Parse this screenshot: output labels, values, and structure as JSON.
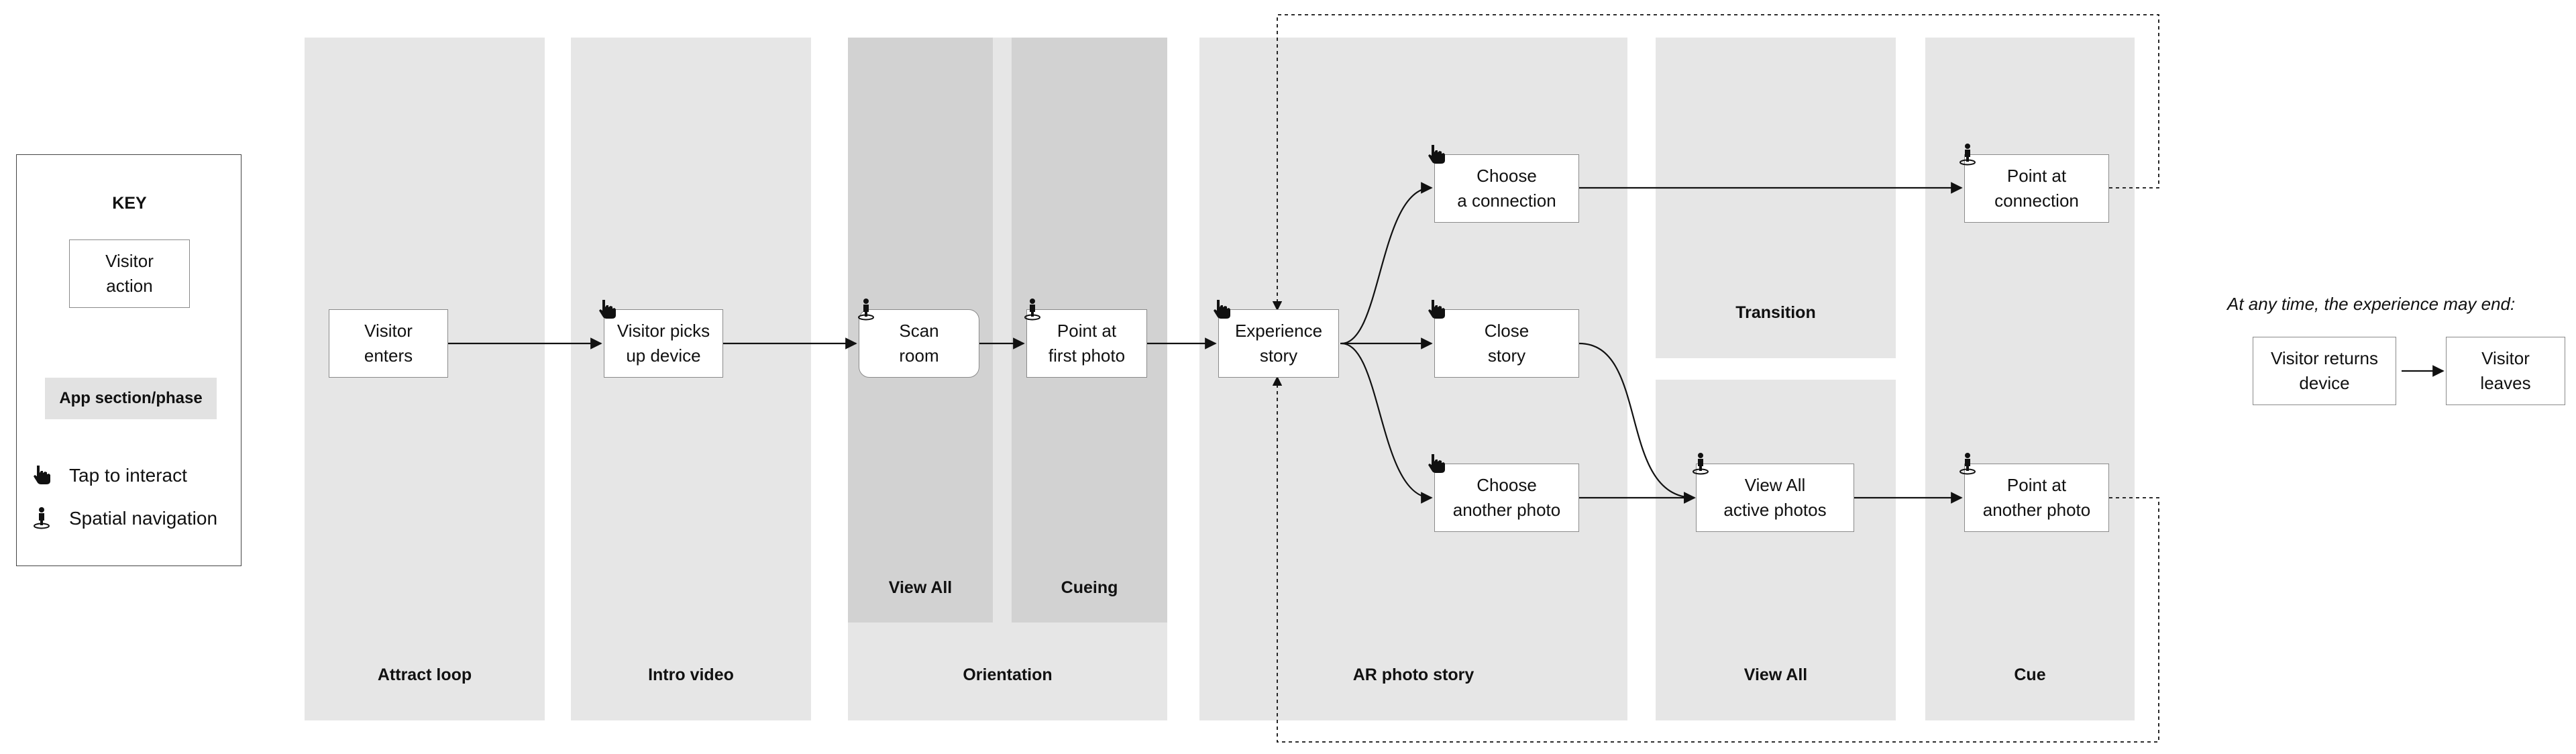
{
  "key": {
    "title": "KEY",
    "action_sample": "Visitor\naction",
    "phase_sample": "App section/phase",
    "tap_label": "Tap to interact",
    "spatial_label": "Spatial navigation",
    "tap_icon": "hand-pointer-icon",
    "spatial_icon": "person-standing-icon"
  },
  "phases": {
    "attract": "Attract loop",
    "intro": "Intro video",
    "view_all_sub": "View All",
    "cueing_sub": "Cueing",
    "orientation": "Orientation",
    "transition": "Transition",
    "ar_story": "AR photo story",
    "view_all": "View All",
    "cue": "Cue"
  },
  "nodes": {
    "visitor_enters": "Visitor\nenters",
    "picks_up": "Visitor picks\nup device",
    "scan_room": "Scan\nroom",
    "point_first": "Point at\nfirst photo",
    "experience_story": "Experience\nstory",
    "choose_connection": "Choose\na connection",
    "close_story": "Close\nstory",
    "choose_another": "Choose\nanother photo",
    "view_all_active": "View All\nactive photos",
    "point_connection": "Point at\nconnection",
    "point_another": "Point at\nanother photo",
    "returns_device": "Visitor returns\ndevice",
    "visitor_leaves": "Visitor\nleaves"
  },
  "end_note": "At any time, the experience may end:"
}
